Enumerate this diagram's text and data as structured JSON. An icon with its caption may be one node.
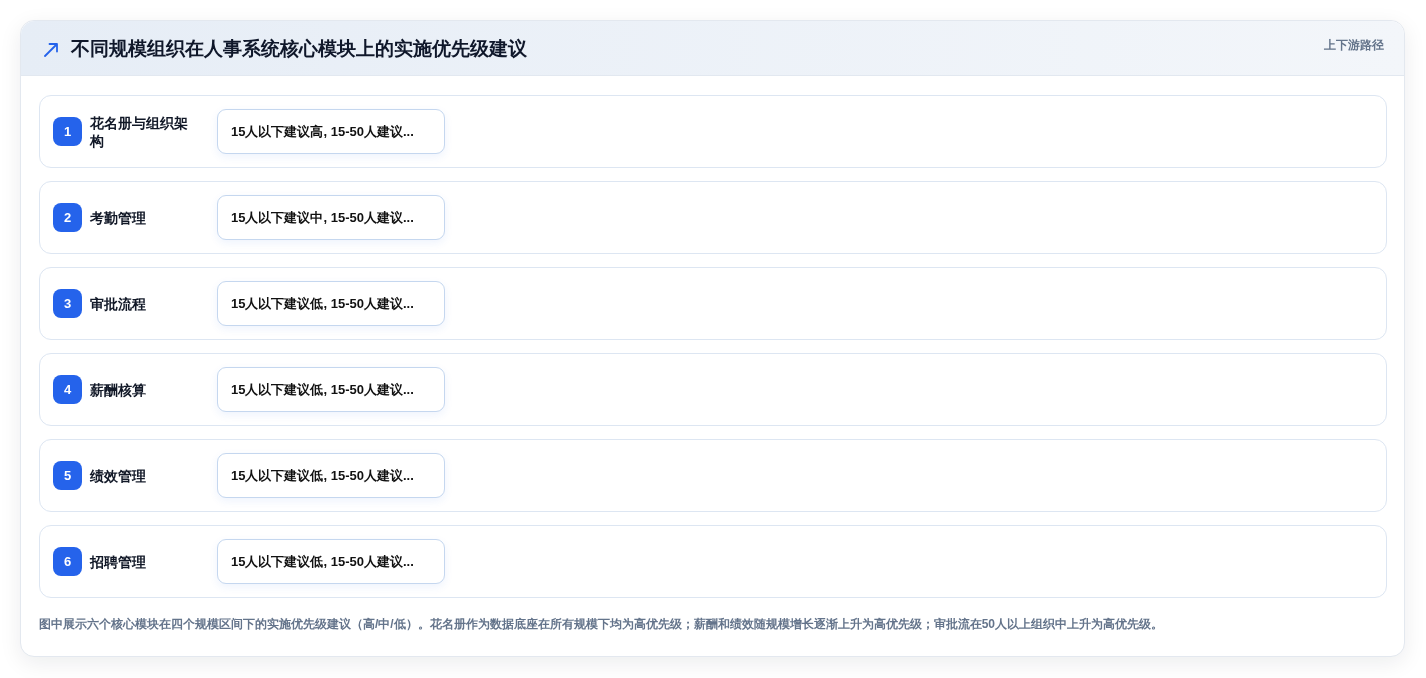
{
  "diagram": {
    "title": "不同规模组织在人事系统核心模块上的实施优先级建议",
    "caption": "图中展示六个核心模块在四个规模区间下的实施优先级建议（高/中/低）。花名册作为数据底座在所有规模下均为高优先级；薪酬和绩效随规模增长逐渐上升为高优先级；审批流在50人以上组织中上升为高优先级。",
    "nodes": [
      {
        "text": [
          "花名册与组织架构"
        ]
      },
      {
        "text": [
          "1"
        ],
        "in": 0
      },
      {
        "text": [
          "15人以下建议高, 15-50人建议..."
        ],
        "in": 0
      },
      {
        "text": [
          "考勤管理"
        ]
      },
      {
        "text": [
          "2"
        ],
        "in": 3
      },
      {
        "text": [
          "15人以下建议中, 15-50人建议..."
        ],
        "in": 3
      },
      {
        "text": [
          "审批流程"
        ]
      },
      {
        "text": [
          "3"
        ],
        "in": 6
      },
      {
        "text": [
          "15人以下建议低, 15-50人建议..."
        ],
        "in": 6
      },
      {
        "text": [
          "薪酬核算"
        ]
      },
      {
        "text": [
          "4"
        ],
        "in": 9
      },
      {
        "text": [
          "15人以下建议低, 15-50人建议..."
        ],
        "in": 9
      },
      {
        "text": [
          "绩效管理"
        ]
      },
      {
        "text": [
          "5"
        ],
        "in": 12
      },
      {
        "text": [
          "15人以下建议低, 15-50人建议..."
        ],
        "in": 12
      },
      {
        "text": [
          "招聘管理"
        ]
      },
      {
        "text": [
          "6"
        ],
        "in": 15
      },
      {
        "text": [
          "15人以下建议低, 15-50人建议..."
        ],
        "in": 15
      }
    ],
    "labels": [
      "上下游路径"
    ]
  }
}
